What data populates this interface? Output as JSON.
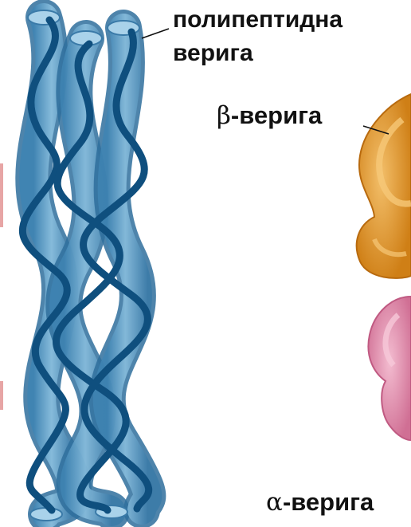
{
  "labels": {
    "polypeptide_line1": "полипептидна",
    "polypeptide_line2": "верига",
    "beta_symbol": "β",
    "beta_text": "-верига",
    "alpha_symbol": "α",
    "alpha_text": "-верига"
  },
  "colors": {
    "collagen_tube": "#4f93bf",
    "collagen_tube_light": "#8cc1e0",
    "collagen_strand": "#0f4f7e",
    "beta_chain": "#d8861e",
    "beta_chain_light": "#f0b257",
    "alpha_chain": "#d9789c",
    "alpha_chain_light": "#efaec6",
    "edge_accent": "#d98a8a"
  }
}
